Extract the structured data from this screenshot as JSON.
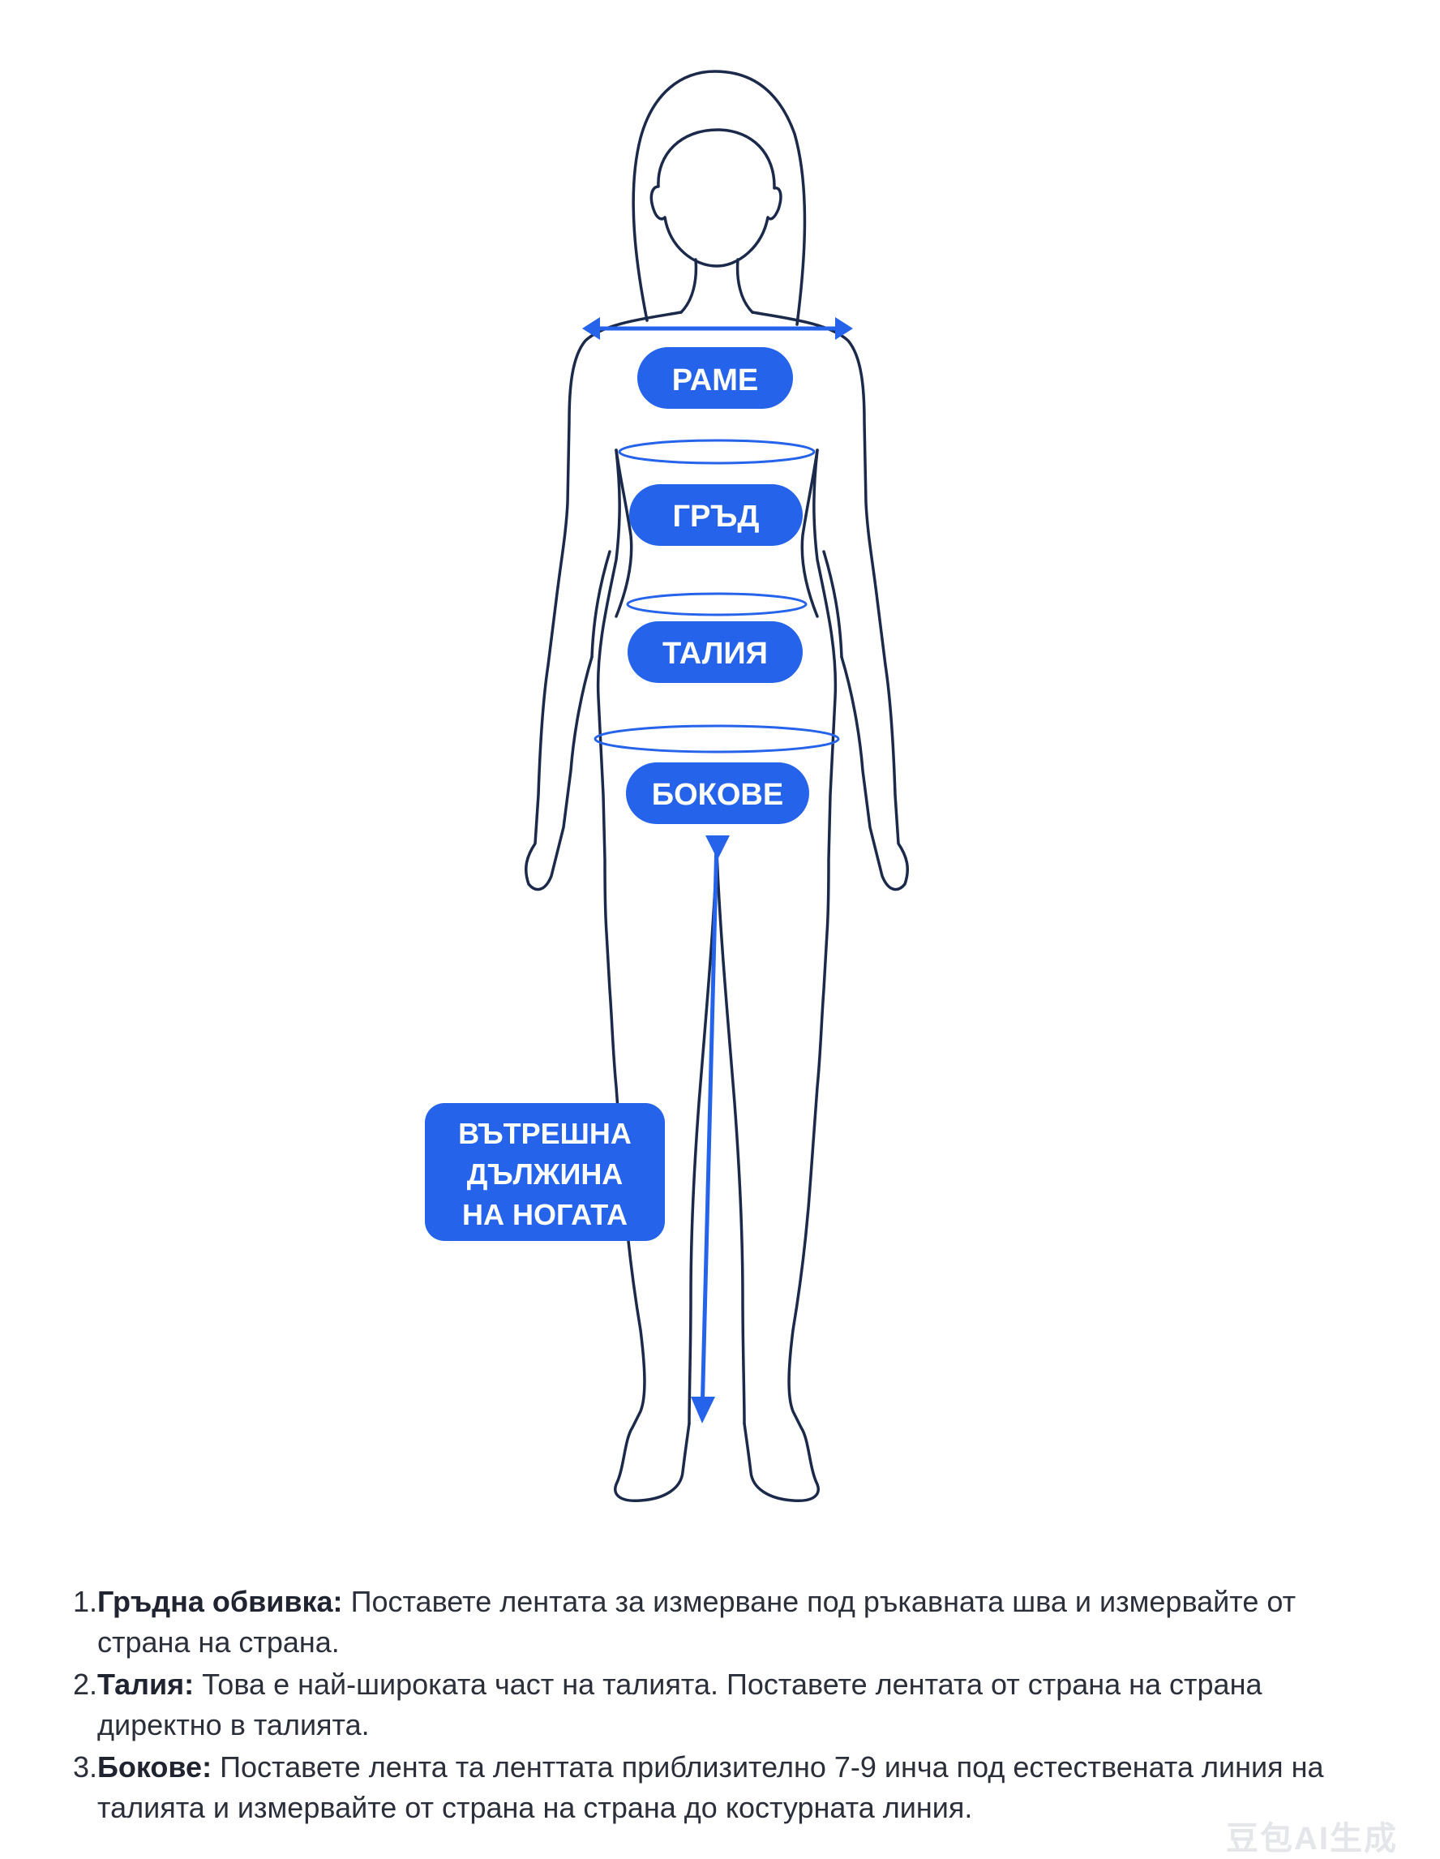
{
  "labels": {
    "shoulder": "РАМЕ",
    "bust": "ГРЪД",
    "waist": "ТАЛИЯ",
    "hips": "БОКОВЕ",
    "inseam_line1": "ВЪТРЕШНА",
    "inseam_line2": "ДЪЛЖИНА",
    "inseam_line3": "НА НОГАТА"
  },
  "instructions": [
    {
      "number": "1.",
      "term": "Гръдна обвивка:",
      "text": "Поставете лентата за измерване под ръкавната шва и измервайте от страна на страна."
    },
    {
      "number": "2.",
      "term": "Талия:",
      "text": "Това е най-широката част на талията. Поставете лентата от страна на страна директно в талията."
    },
    {
      "number": "3.",
      "term": "Бокове:",
      "text": "Поставете лента та ленттата приблизително 7-9 инча под естествената линия на талията и измервайте от страна на страна до костурната линия."
    }
  ],
  "watermark": "豆包AI生成",
  "colors": {
    "accent": "#2563eb",
    "outline": "#1b2a4a",
    "text": "#2b2f3a"
  }
}
